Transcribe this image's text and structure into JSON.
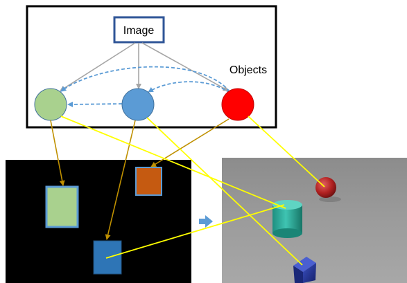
{
  "graph": {
    "root_label": "Image",
    "group_label": "Objects",
    "nodes": [
      {
        "id": "green",
        "color": "#a9d18e"
      },
      {
        "id": "blue",
        "color": "#5b9bd5"
      },
      {
        "id": "red",
        "color": "#ff0000"
      }
    ]
  },
  "layout_panel": {
    "background": "#000000",
    "boxes": [
      {
        "id": "green",
        "color": "#a9d18e"
      },
      {
        "id": "blue",
        "color": "#2e75b6"
      },
      {
        "id": "orange",
        "color": "#c55a11"
      }
    ]
  },
  "render_panel": {
    "objects": [
      {
        "id": "sphere",
        "color": "#b02020"
      },
      {
        "id": "cylinder",
        "color": "#2bb0a0"
      },
      {
        "id": "cube",
        "color": "#1f2f8f"
      }
    ]
  },
  "colors": {
    "tree_edge": "#a6a6a6",
    "relation_edge": "#5b9bd5",
    "grounding_line": "#ffff00",
    "layout_line": "#bf9000",
    "arrow": "#5b9bd5"
  }
}
